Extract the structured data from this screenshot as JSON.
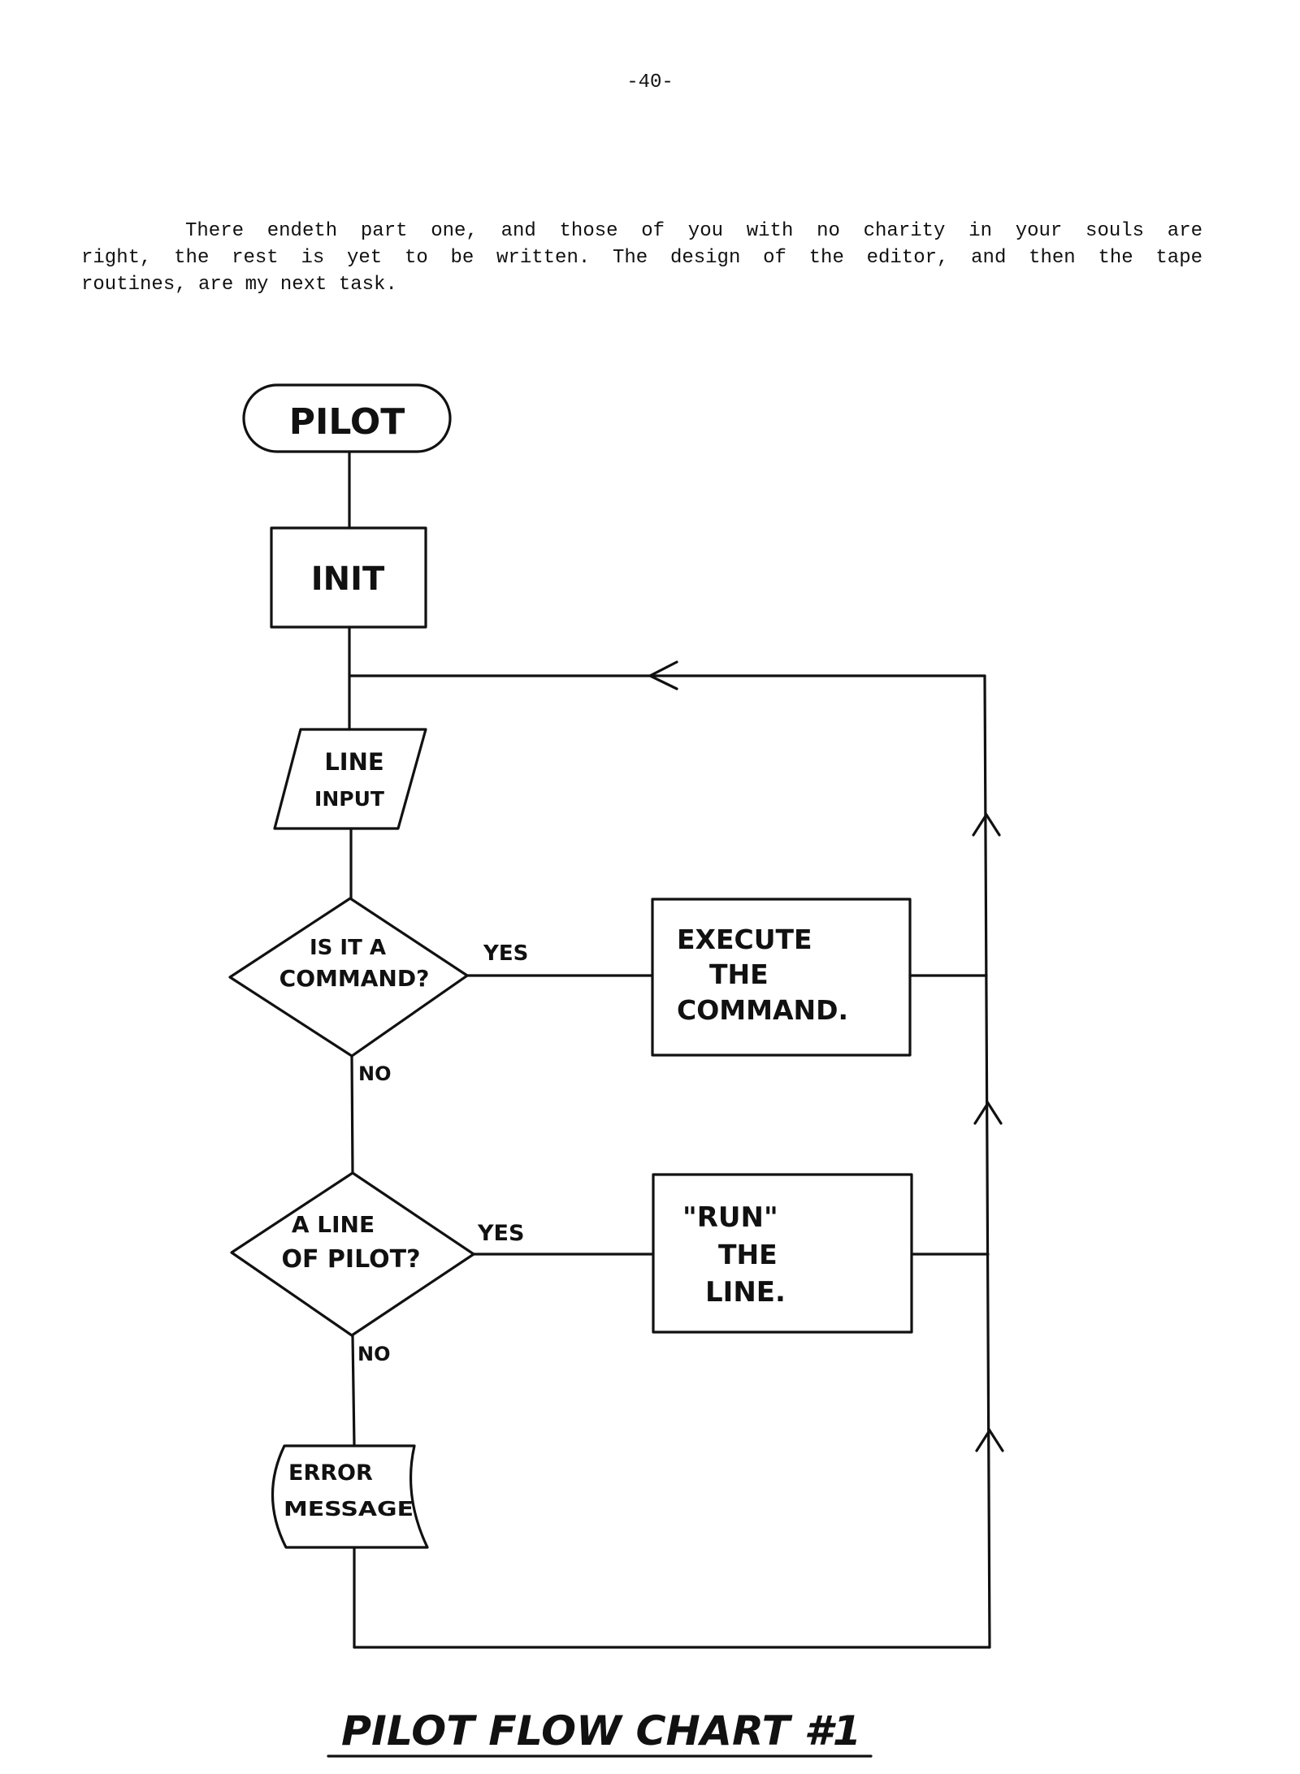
{
  "page": {
    "number": "-40-",
    "paragraph_lines": [
      "There  endeth  part  one,  and  those of you with no charity in your souls are",
      "right, the rest is yet to be written. The design of the  editor,  and  then  the  tape",
      "routines, are my next task."
    ]
  },
  "flowchart": {
    "title": "PILOT FLOW CHART #1",
    "nodes": {
      "start": "PILOT",
      "init": "INIT",
      "input_l1": "LINE",
      "input_l2": "INPUT",
      "decision1_l1": "IS IT A",
      "decision1_l2": "COMMAND?",
      "execute_l1": "EXECUTE",
      "execute_l2": "THE",
      "execute_l3": "COMMAND.",
      "decision2_l1": "A LINE",
      "decision2_l2": "OF PILOT?",
      "run_l1": "\"RUN\"",
      "run_l2": "THE",
      "run_l3": "LINE.",
      "error_l1": "ERROR",
      "error_l2": "MESSAGE"
    },
    "edge_labels": {
      "yes1": "YES",
      "no1": "NO",
      "yes2": "YES",
      "no2": "NO"
    }
  }
}
